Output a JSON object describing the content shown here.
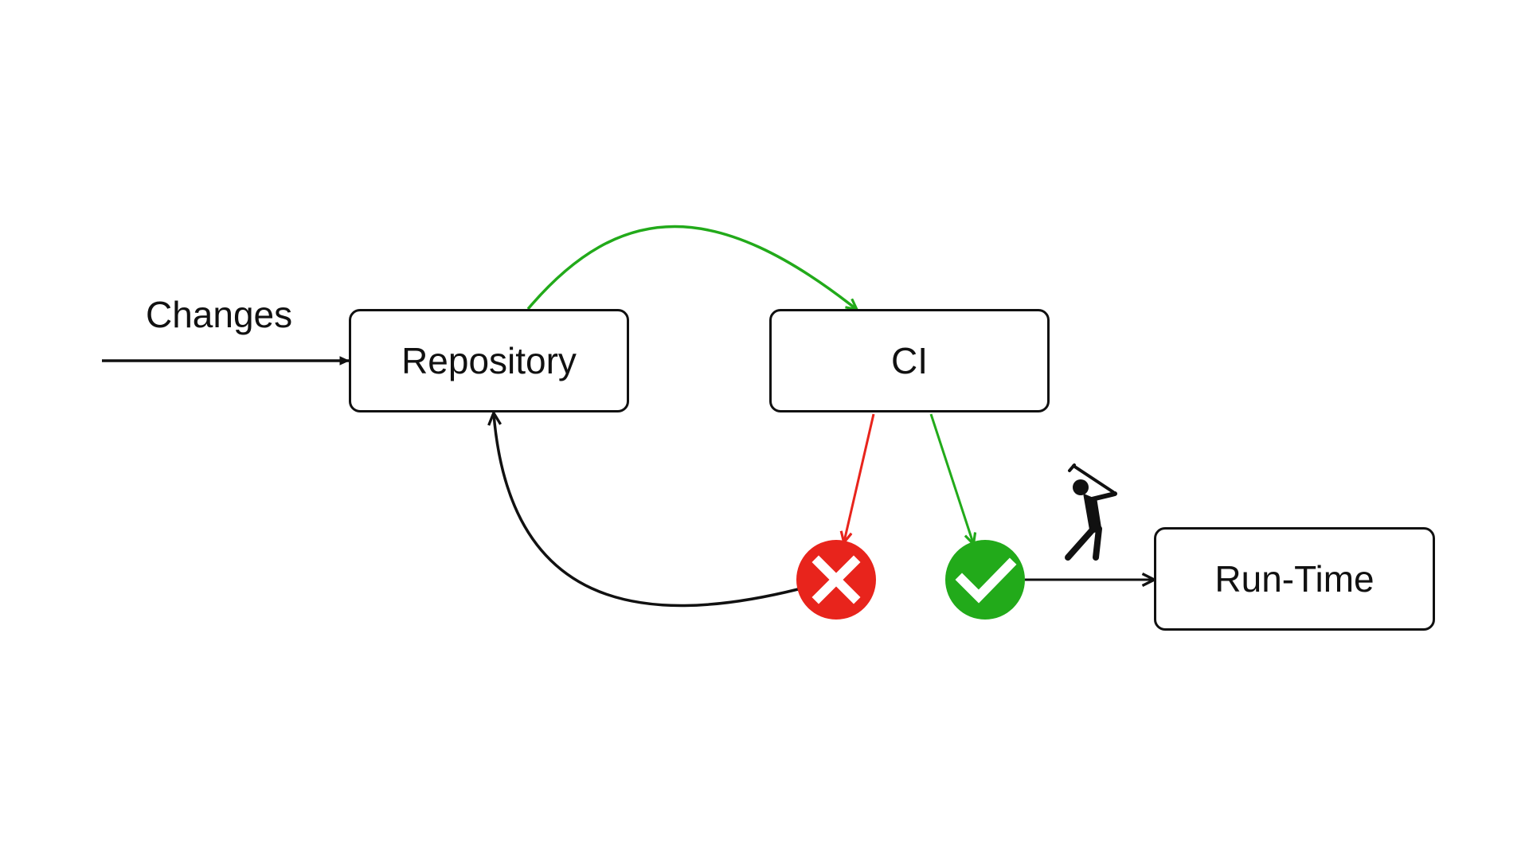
{
  "labels": {
    "changes": "Changes"
  },
  "nodes": {
    "repository": "Repository",
    "ci": "CI",
    "runtime": "Run-Time"
  },
  "colors": {
    "success_green": "#22aa1a",
    "failure_red": "#e8241c",
    "line_black": "#111111"
  },
  "icons": {
    "fail": "x-circle-icon",
    "pass": "check-circle-icon",
    "golfer": "golfer-icon"
  }
}
